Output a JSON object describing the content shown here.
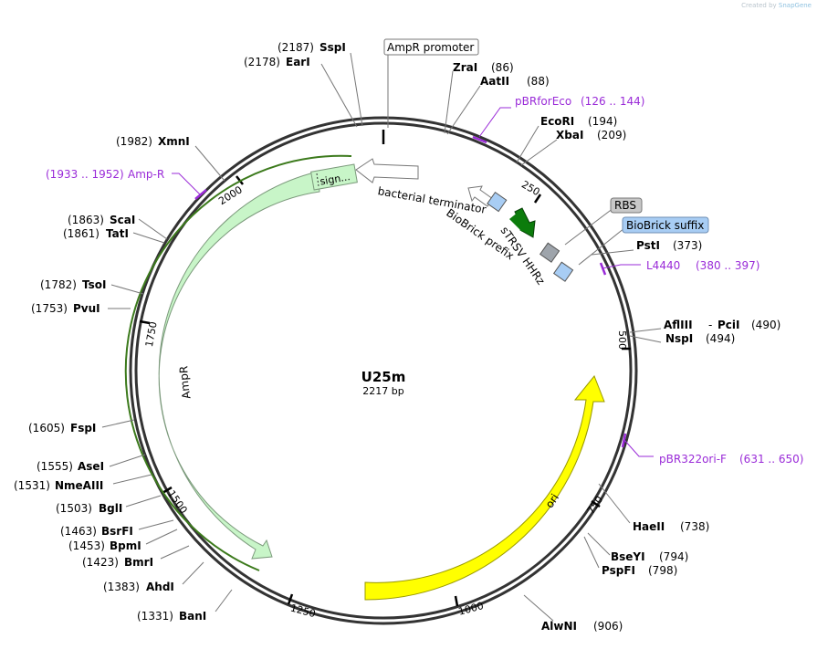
{
  "app": {
    "credit_prefix": "Created by",
    "credit_brand": "SnapGene"
  },
  "plasmid": {
    "name": "U25m",
    "length_label": "2217 bp",
    "total_bp": 2217
  },
  "ruler": [
    "250",
    "500",
    "750",
    "1000",
    "1250",
    "1500",
    "1750",
    "2000"
  ],
  "colors": {
    "backbone": "#333333",
    "ampr": "#c8f5c8",
    "ampr_stroke": "#7c9a7c",
    "ampr_line": "#3c7a1c",
    "ori": "#ffff00",
    "ori_stroke": "#999900",
    "primer": "#9a2bd8",
    "primer_text": "#9a2bd8",
    "sTRSV": "#0c7c0c",
    "biobrick_box": "#a8cdf4",
    "rbs_box": "#9ea4ab"
  },
  "sites": [
    {
      "name": "SspI",
      "pos": "(2187)"
    },
    {
      "name": "EarI",
      "pos": "(2178)"
    },
    {
      "name": "ZraI",
      "pos": "(86)"
    },
    {
      "name": "AatII",
      "pos": "(88)"
    },
    {
      "name": "EcoRI",
      "pos": "(194)"
    },
    {
      "name": "XbaI",
      "pos": "(209)"
    },
    {
      "name": "PstI",
      "pos": "(373)"
    },
    {
      "name": "AflIII",
      "name2": "PciI",
      "pos": "(490)"
    },
    {
      "name": "NspI",
      "pos": "(494)"
    },
    {
      "name": "HaeII",
      "pos": "(738)"
    },
    {
      "name": "BseYI",
      "pos": "(794)"
    },
    {
      "name": "PspFI",
      "pos": "(798)"
    },
    {
      "name": "AlwNI",
      "pos": "(906)"
    },
    {
      "name": "BanI",
      "pos": "(1331)"
    },
    {
      "name": "AhdI",
      "pos": "(1383)"
    },
    {
      "name": "BmrI",
      "pos": "(1423)"
    },
    {
      "name": "BpmI",
      "pos": "(1453)"
    },
    {
      "name": "BsrFI",
      "pos": "(1463)"
    },
    {
      "name": "BglI",
      "pos": "(1503)"
    },
    {
      "name": "NmeAIII",
      "pos": "(1531)"
    },
    {
      "name": "AseI",
      "pos": "(1555)"
    },
    {
      "name": "FspI",
      "pos": "(1605)"
    },
    {
      "name": "PvuI",
      "pos": "(1753)"
    },
    {
      "name": "TsoI",
      "pos": "(1782)"
    },
    {
      "name": "TatI",
      "pos": "(1861)"
    },
    {
      "name": "ScaI",
      "pos": "(1863)"
    },
    {
      "name": "XmnI",
      "pos": "(1982)"
    }
  ],
  "primers": [
    {
      "name": "pBRforEco",
      "range": "(126 .. 144)"
    },
    {
      "name": "L4440",
      "range": "(380 .. 397)"
    },
    {
      "name": "pBR322ori-F",
      "range": "(631 .. 650)"
    },
    {
      "name": "Amp-R",
      "range": "(1933 .. 1952)"
    }
  ],
  "features": {
    "ampr_promoter": "AmpR promoter",
    "bacterial_terminator": "bacterial terminator",
    "biobrick_prefix": "BioBrick prefix",
    "sTRSV": "sTRSV HHRz",
    "rbs": "RBS",
    "biobrick_suffix": "BioBrick suffix",
    "ori": "ori",
    "ampr": "AmpR",
    "signal": "sign..."
  }
}
